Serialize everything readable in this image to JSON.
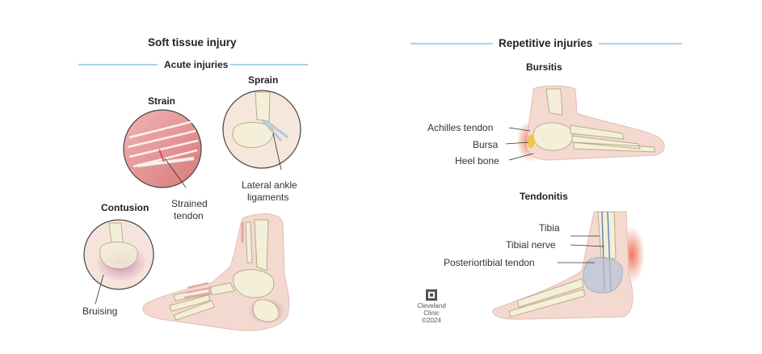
{
  "left_panel": {
    "title": "Soft tissue injury",
    "subtitle": "Acute injuries",
    "strain": {
      "title": "Strain",
      "label_line1": "Strained",
      "label_line2": "tendon"
    },
    "sprain": {
      "title": "Sprain",
      "label_line1": "Lateral ankle",
      "label_line2": "ligaments"
    },
    "contusion": {
      "title": "Contusion",
      "label": "Bruising"
    }
  },
  "right_panel": {
    "title": "Repetitive injuries",
    "bursitis": {
      "title": "Bursitis",
      "labels": [
        "Achilles tendon",
        "Bursa",
        "Heel bone"
      ]
    },
    "tendonitis": {
      "title": "Tendonitis",
      "labels": [
        "Tibia",
        "Tibial nerve",
        "Posteriortibial tendon"
      ]
    }
  },
  "credit": {
    "line1": "Cleveland",
    "line2": "Clinic",
    "line3": "©2024"
  },
  "colors": {
    "rule": "#a9d3ea",
    "skin": "#f3d9cf",
    "bone": "#f4efd9",
    "inflammation": "#e96a4a",
    "bruise": "#b96fa5"
  }
}
